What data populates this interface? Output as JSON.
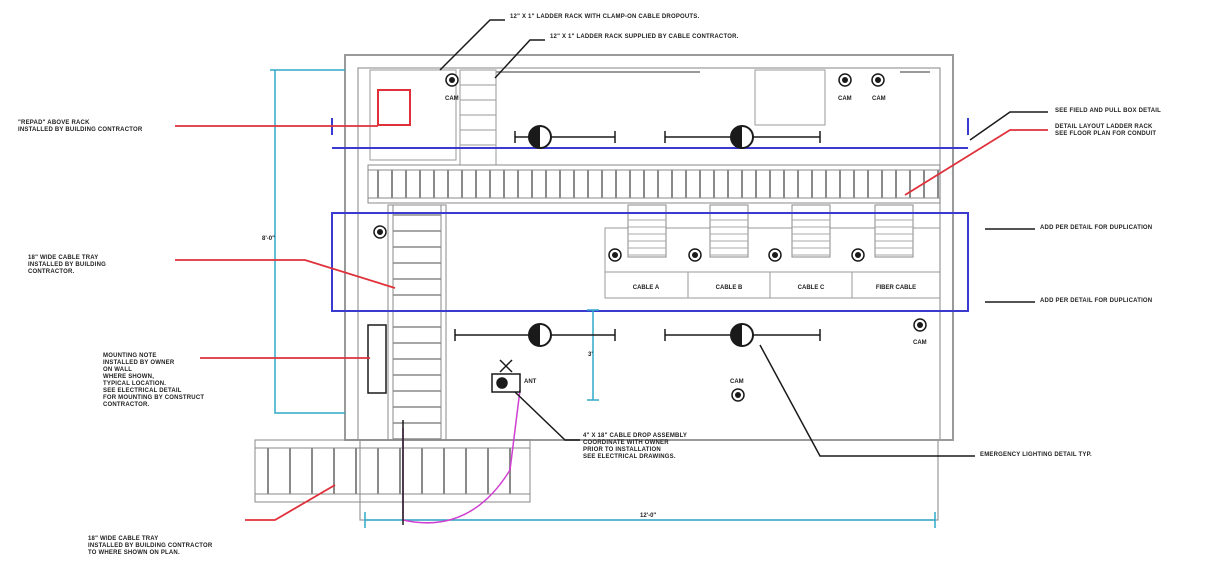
{
  "drawing": {
    "notes": {
      "top_a": "12\" X 1\" LADDER RACK WITH CLAMP-ON CABLE DROPOUTS.",
      "top_b": "12\" X 1\" LADDER RACK SUPPLIED BY CABLE CONTRACTOR.",
      "left_panel": "\"REPAD\" ABOVE RACK\nINSTALLED BY BUILDING CONTRACTOR",
      "left_cable_tray": "18\" WIDE CABLE TRAY\nINSTALLED BY BUILDING\nCONTRACTOR.",
      "left_mount": "MOUNTING NOTE\nINSTALLED BY OWNER\nON WALL\nWHERE SHOWN,\nTYPICAL LOCATION.\nSEE ELECTRICAL DETAIL\nFOR MOUNTING BY CONSTRUCT\nCONTRACTOR.",
      "bottom_left": "18\" WIDE CABLE TRAY\nINSTALLED BY BUILDING CONTRACTOR\nTO WHERE SHOWN ON PLAN.",
      "center_bottom": "4\" X 18\" CABLE DROP ASSEMBLY\nCOORDINATE WITH OWNER\nPRIOR TO INSTALLATION\nSEE ELECTRICAL DRAWINGS.",
      "right_top_a": "SEE FIELD AND PULL BOX DETAIL",
      "right_top_b": "DETAIL LAYOUT LADDER RACK\nSEE FLOOR PLAN FOR CONDUIT",
      "right_mid_a": "ADD PER DETAIL FOR DUPLICATION",
      "right_mid_b": "ADD PER DETAIL FOR DUPLICATION",
      "right_bottom": "EMERGENCY LIGHTING DETAIL TYP."
    },
    "cabinets": [
      "CABLE A",
      "CABLE B",
      "CABLE C",
      "FIBER CABLE"
    ],
    "dimensions": {
      "overall_width": "12'-0\"",
      "overall_height": "8'-0\"",
      "clearance": "3'"
    },
    "device_tags": {
      "top_left": "CAM",
      "top_right_1": "CAM",
      "top_right_2": "CAM",
      "right_mid": "CAM",
      "bottom_mid": "CAM",
      "drop_tag": "ANT"
    },
    "colors": {
      "leader_red": "#e0303a",
      "leader_black": "#1a1a1a",
      "rack_blue": "#3a3ad0",
      "dim_cyan": "#30a8c8",
      "cable_magenta": "#d040d0",
      "wall_gray": "#9a9a9a"
    }
  }
}
